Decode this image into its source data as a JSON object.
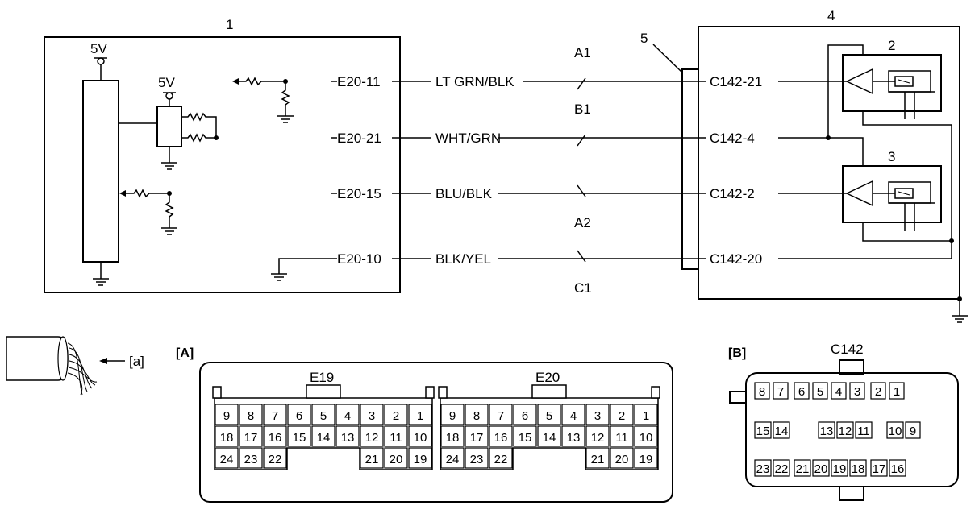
{
  "diagram": {
    "component_numbers": {
      "ecm": "1",
      "sensor_a": "2",
      "sensor_b": "3",
      "module": "4",
      "connector": "5"
    },
    "supply_voltage_label": "5V",
    "wires": [
      {
        "ecm_pin": "E20-11",
        "color": "LT GRN/BLK",
        "circuit": "A1",
        "module_pin": "C142-21"
      },
      {
        "ecm_pin": "E20-21",
        "color": "WHT/GRN",
        "circuit": "B1",
        "module_pin": "C142-4"
      },
      {
        "ecm_pin": "E20-15",
        "color": "BLU/BLK",
        "circuit": "A2",
        "module_pin": "C142-2"
      },
      {
        "ecm_pin": "E20-10",
        "color": "BLK/YEL",
        "circuit": "C1",
        "module_pin": "C142-20"
      }
    ],
    "view_label": "[a]"
  },
  "connector_a": {
    "label": "[A]",
    "halves": [
      {
        "name": "E19",
        "rows": [
          [
            "9",
            "8",
            "7",
            "6",
            "5",
            "4",
            "3",
            "2",
            "1"
          ],
          [
            "18",
            "17",
            "16",
            "15",
            "14",
            "13",
            "12",
            "11",
            "10"
          ],
          [
            "24",
            "23",
            "22",
            "21",
            "20",
            "19"
          ]
        ]
      },
      {
        "name": "E20",
        "rows": [
          [
            "9",
            "8",
            "7",
            "6",
            "5",
            "4",
            "3",
            "2",
            "1"
          ],
          [
            "18",
            "17",
            "16",
            "15",
            "14",
            "13",
            "12",
            "11",
            "10"
          ],
          [
            "24",
            "23",
            "22",
            "21",
            "20",
            "19"
          ]
        ]
      }
    ]
  },
  "connector_b": {
    "label": "[B]",
    "name": "C142",
    "rows": [
      [
        "8",
        "7",
        "6",
        "5",
        "4",
        "3",
        "2",
        "1"
      ],
      [
        "15",
        "14",
        "13",
        "12",
        "11",
        "10",
        "9"
      ],
      [
        "23",
        "22",
        "21",
        "20",
        "19",
        "18",
        "17",
        "16"
      ]
    ]
  }
}
